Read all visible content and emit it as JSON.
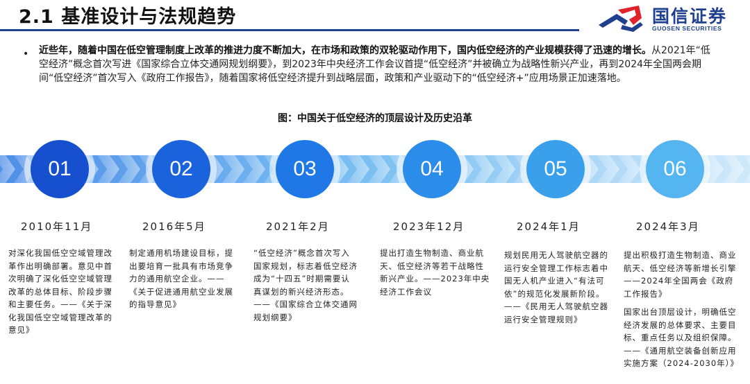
{
  "header": {
    "title": "2.1 基准设计与法规趋势",
    "logo_name": "国信证券",
    "logo_sub": "GUOSEN SECURITIES",
    "accent_color": "#1f3f8f",
    "logo_red": "#e0232b"
  },
  "bullet": {
    "bold": "近些年，随着中国在低空管理制度上改革的推进力度不断加大，在市场和政策的双轮驱动作用下，国内低空经济的产业规模获得了迅速的增长。",
    "text": "从2021年“低空经济”概念首次写进《国家综合立体交通网规划纲要》，到2023年中央经济工作会议首提“低空经济”并被确立为战略性新兴产业，再到2024年全国两会期间“低空经济”首次写入《政府工作报告》，随着国家将低空经济提升到战略层面，政策和产业驱动下的“低空经济+”应用场景正加速落地。"
  },
  "figure": {
    "title": "图：中国关于低空经济的顶层设计及历史沿革",
    "milestones": [
      {
        "num": "01",
        "date": "2010年11月",
        "color": "#1750cf",
        "desc": "对深化我国低空空域管理改革作出明确部署。意见中首次明确了深化低空空域管理改革的总体目标、阶段步骤和主要任务。——《关于深化我国低空空域管理改革的意见》"
      },
      {
        "num": "02",
        "date": "2016年5月",
        "color": "#1b63dc",
        "desc": "制定通用机场建设目标，提出要培育一批具有市场竞争力的通用航空企业。——《关于促进通用航空业发展的指导意见》"
      },
      {
        "num": "03",
        "date": "2021年2月",
        "color": "#1f78e6",
        "desc": "“低空经济”概念首次写入国家规划，标志着低空经济成为“十四五”时期需要认真谋划的新兴经济形态。——《国家综合立体交通网规划纲要》"
      },
      {
        "num": "04",
        "date": "2023年12月",
        "color": "#2b8de9",
        "desc": "提出打造生物制造、商业航天、低空经济等若干战略性新兴产业。——2023年中央经济工作会议"
      },
      {
        "num": "05",
        "date": "2024年1月",
        "color": "#3aa0ec",
        "desc": "规划民用无人驾驶航空器的运行安全管理工作标志着中国无人机产业进入“有法可依”的规范化发展新阶段。——《民用无人驾驶航空器运行安全管理规则》"
      },
      {
        "num": "06",
        "date": "2024年3月",
        "color": "#55b5f0",
        "desc": "提出积极打造生物制造、商业航天、低空经济等新增长引擎——2024年全国两会《政府工作报告》",
        "desc2": "国家出台顶层设计，明确低空经济发展的总体要求、主要目标、重点任务以及组织保障。——《通用航空装备创新应用实施方案（2024-2030年）》"
      }
    ]
  }
}
